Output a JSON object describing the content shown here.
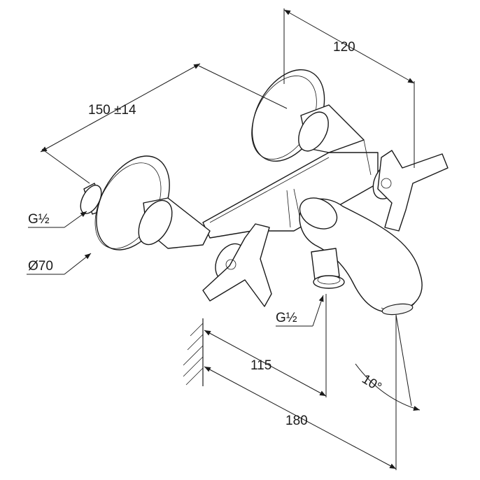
{
  "dimensions": {
    "center_distance": "150 ±14",
    "depth": "120",
    "inlet_thread": "G½",
    "rosette_diameter": "Ø70",
    "outlet_thread": "G½",
    "outlet_projection": "115",
    "spout_projection": "180",
    "spout_angle": "10°"
  }
}
